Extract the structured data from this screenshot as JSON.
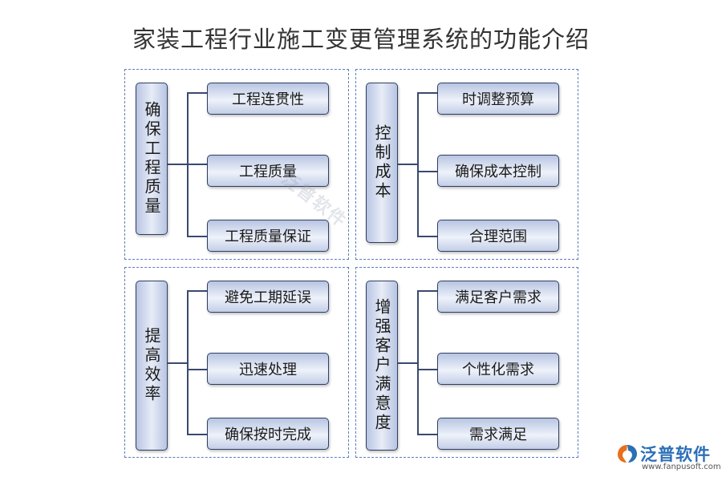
{
  "title": "家装工程行业施工变更管理系统的功能介绍",
  "groups": [
    {
      "label": "确保工程质量",
      "items": [
        "工程连贯性",
        "工程质量",
        "工程质量保证"
      ]
    },
    {
      "label": "控制成本",
      "items": [
        "时调整预算",
        "确保成本控制",
        "合理范围"
      ]
    },
    {
      "label": "提高效率",
      "items": [
        "避免工期延误",
        "迅速处理",
        "确保按时完成"
      ]
    },
    {
      "label": "增强客户满意度",
      "items": [
        "满足客户需求",
        "个性化需求",
        "需求满足"
      ]
    }
  ],
  "watermark": "泛普软件",
  "logo": {
    "name": "泛普软件",
    "url": "www.fanpusoft.com"
  }
}
